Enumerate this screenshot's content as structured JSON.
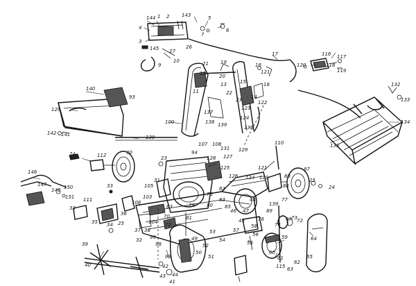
{
  "diagram": {
    "type": "exploded-parts-drawing",
    "labels": [
      "1",
      "2",
      "3",
      "4",
      "5",
      "6",
      "7",
      "8",
      "9",
      "10",
      "11",
      "12",
      "13",
      "14",
      "15",
      "16",
      "17",
      "18",
      "19",
      "20",
      "21",
      "22",
      "23",
      "24",
      "25",
      "26",
      "27",
      "28",
      "29",
      "30",
      "31",
      "32",
      "33",
      "34",
      "35",
      "36",
      "37",
      "38",
      "39",
      "40",
      "41",
      "42",
      "43",
      "44",
      "45",
      "46",
      "47",
      "48",
      "49",
      "50",
      "51",
      "52",
      "53",
      "54",
      "55",
      "56",
      "57",
      "58",
      "59",
      "60",
      "61",
      "62",
      "63",
      "64",
      "65",
      "66",
      "67",
      "68",
      "70",
      "71",
      "72",
      "73",
      "74",
      "76",
      "77",
      "78",
      "79",
      "80",
      "81",
      "82",
      "83",
      "84",
      "85",
      "86",
      "87",
      "88",
      "89",
      "90",
      "91",
      "92",
      "93",
      "94",
      "96",
      "97",
      "98",
      "99",
      "100",
      "101",
      "102",
      "103",
      "104",
      "105",
      "106",
      "107",
      "108",
      "109",
      "110",
      "111",
      "112",
      "113",
      "114",
      "115",
      "116",
      "117",
      "118",
      "119",
      "120",
      "121",
      "122",
      "123",
      "124",
      "125",
      "126",
      "127",
      "128",
      "129",
      "130",
      "131",
      "132",
      "133",
      "134",
      "135",
      "136",
      "137",
      "138",
      "139",
      "140",
      "141",
      "142",
      "143",
      "144",
      "145",
      "146",
      "147",
      "148",
      "150",
      "151"
    ]
  }
}
